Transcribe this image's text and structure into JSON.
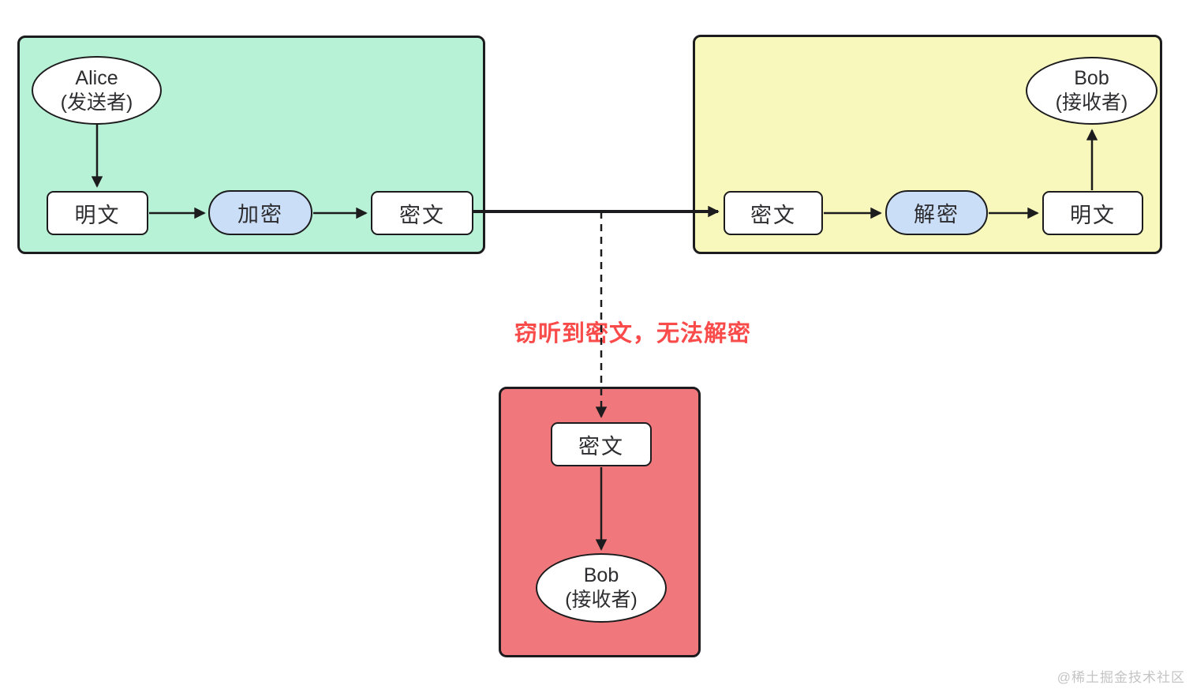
{
  "diagram": {
    "title_context": "symmetric-encryption-eavesdropping-diagram",
    "sender_zone": {
      "actor": {
        "name": "Alice",
        "role": "(发送者)"
      },
      "plaintext_label": "明文",
      "encrypt_label": "加密",
      "ciphertext_label": "密文"
    },
    "receiver_zone": {
      "ciphertext_label": "密文",
      "decrypt_label": "解密",
      "plaintext_label": "明文",
      "actor": {
        "name": "Bob",
        "role": "(接收者)"
      }
    },
    "eavesdropper_zone": {
      "ciphertext_label": "密文",
      "actor": {
        "name": "Bob",
        "role": "(接收者)"
      }
    },
    "annotation": "窃听到密文，无法解密",
    "watermark": "@稀土掘金技术社区",
    "colors": {
      "sender_bg": "#b8f2d6",
      "receiver_bg": "#f8f8bc",
      "eavesdropper_bg": "#f0787c",
      "process_bg": "#cbdef8",
      "node_bg": "#ffffff",
      "border": "#1c1c1e",
      "annotation_color": "#fa4b4b",
      "watermark_color": "#c4c4c4"
    }
  }
}
